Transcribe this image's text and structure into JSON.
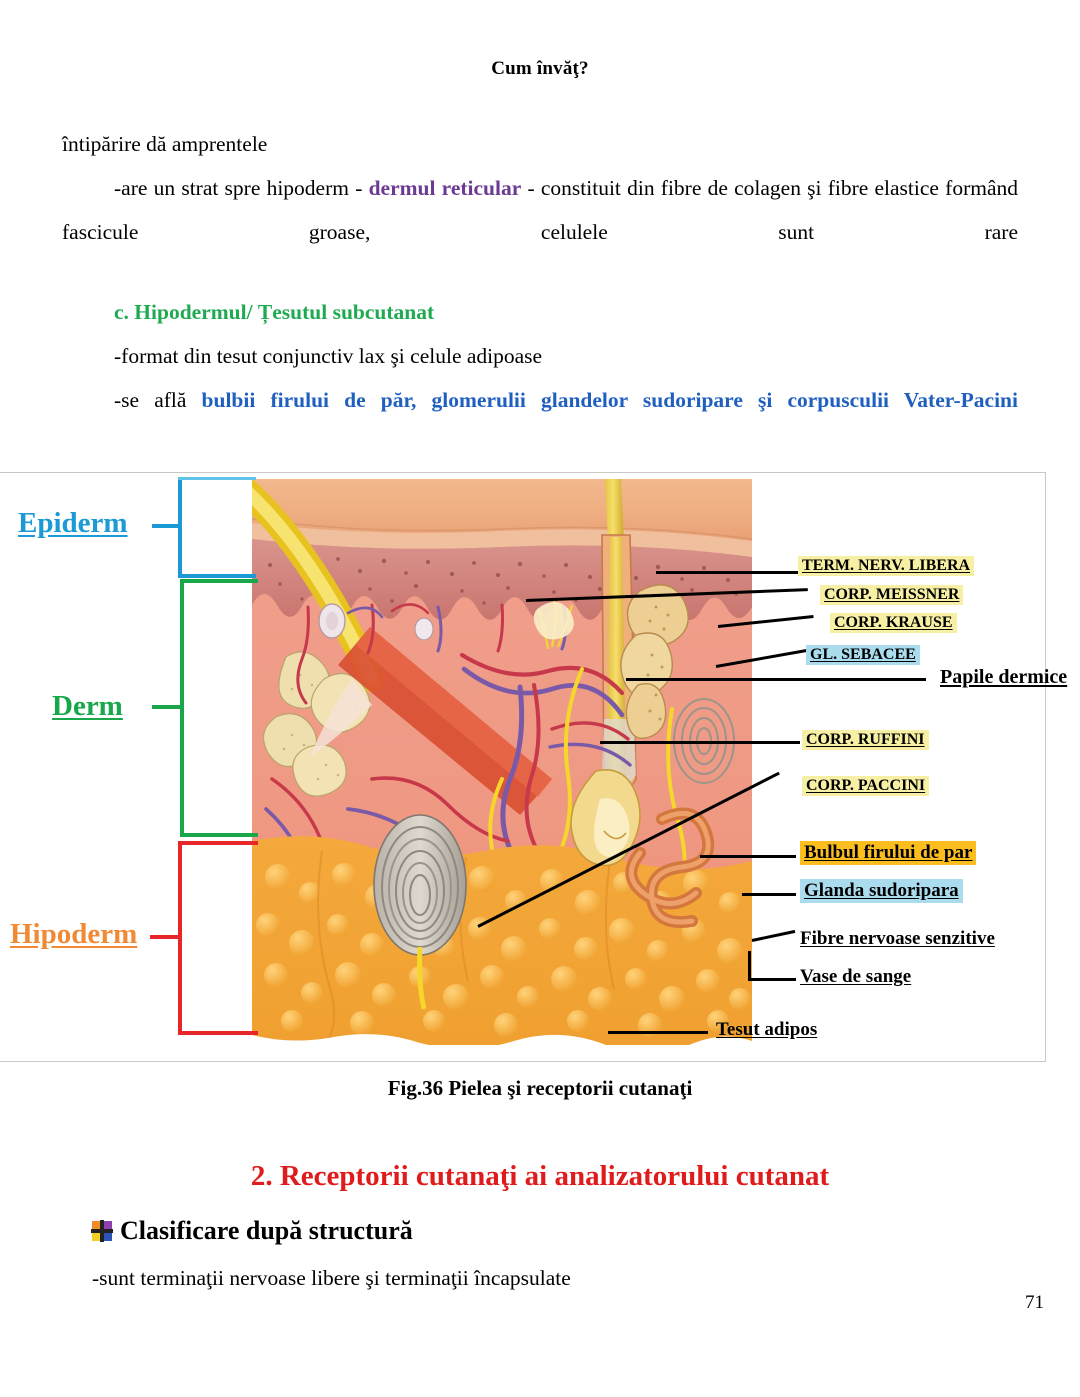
{
  "header": {
    "running_head": "Cum învăţ?"
  },
  "body": {
    "line_1": "întipărire dă amprentele",
    "para_2_before": "-are un strat spre hipoderm - ",
    "para_2_keyword": "dermul reticular",
    "para_2_after": " - constituit din fibre de colagen şi fibre elastice formând fascicule groase, celulele sunt rare",
    "heading_c": "c. Hipodermul/ Țesutul subcutanat",
    "para_3": "-format din tesut conjunctiv lax şi celule adipoase",
    "para_4_before": "-se află ",
    "para_4_keyword": "bulbii firului de păr, glomerulii glandelor sudoripare şi corpusculii Vater-Pacini"
  },
  "figure": {
    "caption": "Fig.36 Pielea şi receptorii cutanaţi",
    "layers": [
      {
        "label": "Epiderm",
        "color": "#1b9ad6"
      },
      {
        "label": "Derm",
        "color": "#18a84a"
      },
      {
        "label": "Hipoderm",
        "color": "#f08a34"
      }
    ],
    "callouts": [
      {
        "label": "TERM. NERV. LIBERA",
        "highlight": "#f7f0a4"
      },
      {
        "label": "CORP. MEISSNER",
        "highlight": "#f7f0a4"
      },
      {
        "label": "CORP. KRAUSE",
        "highlight": "#f7f0a4"
      },
      {
        "label": "GL. SEBACEE",
        "highlight": "#aadcee"
      },
      {
        "label": "Papile dermice",
        "highlight": "none"
      },
      {
        "label": "CORP. RUFFINI",
        "highlight": "#f7f0a4"
      },
      {
        "label": "CORP. PACCINI",
        "highlight": "#f7f0a4"
      },
      {
        "label": "Bulbul firului de par",
        "highlight": "#fcbe1e"
      },
      {
        "label": "Glanda sudoripara",
        "highlight": "#aadcee"
      },
      {
        "label": "Fibre nervoase senzitive",
        "highlight": "none"
      },
      {
        "label": "Vase de sange",
        "highlight": "none"
      },
      {
        "label": "Tesut adipos",
        "highlight": "none"
      }
    ]
  },
  "section2": {
    "title": "2. Receptorii cutanaţi ai analizatorului cutanat",
    "subheading": "Clasificare după structură",
    "line": "-sunt terminaţii nervoase libere şi terminaţii încapsulate"
  },
  "footer": {
    "page_number": "71"
  }
}
